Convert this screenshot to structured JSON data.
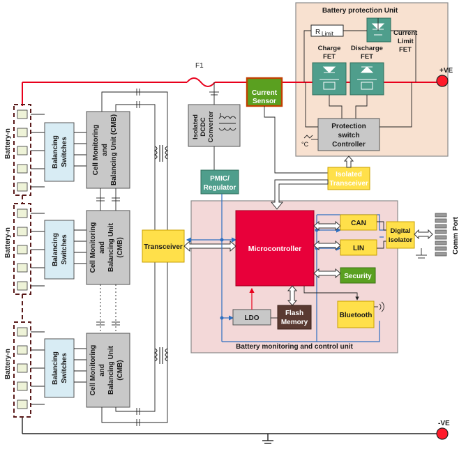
{
  "title": "",
  "batteries": [
    {
      "label": "Battery-n"
    },
    {
      "label": "Battery-n"
    },
    {
      "label": "Battery-n"
    }
  ],
  "balancing": {
    "line1": "Balancing",
    "line2": "Switches"
  },
  "cmb": [
    {
      "line1": "Cell Monitoring",
      "line2": "and",
      "line3": "Balancing Unit (CMB)"
    },
    {
      "line1": "Cell Monitoring",
      "line2": "and",
      "line3": "Balancing Unit",
      "line4": "(CMB)"
    },
    {
      "line1": "Cell Monitoring",
      "line2": "and",
      "line3": "Balancing Unit",
      "line4": "(CMB)"
    }
  ],
  "fuse": "F1",
  "current_sensor": {
    "line1": "Current",
    "line2": "Sensor"
  },
  "dcdc": {
    "line1": "Isolated",
    "line2": "DCDC",
    "line3": "Converter"
  },
  "pmic": {
    "line1": "PMIC/",
    "line2": "Regulator"
  },
  "transceiver": "Transceiver",
  "isolated_transceiver": {
    "line1": "Isolated",
    "line2": "Transceiver"
  },
  "protection_unit": {
    "title": "Battery protection Unit",
    "r_limit": {
      "main": "R",
      "sub": "Limit"
    },
    "current_limit": {
      "line1": "Current",
      "line2": "Limit",
      "line3": "FET"
    },
    "charge_fet": {
      "line1": "Charge",
      "line2": "FET"
    },
    "discharge_fet": {
      "line1": "Discharge",
      "line2": "FET"
    },
    "controller": {
      "line1": "Protection",
      "line2": "switch",
      "line3": "Controller"
    },
    "temp": "°C"
  },
  "control_unit": {
    "title": "Battery monitoring and control unit",
    "mcu": "Microcontroller",
    "can": "CAN",
    "lin": "LIN",
    "digital_isolator": {
      "line1": "Digital",
      "line2": "Isolator"
    },
    "security": "Security",
    "bluetooth": "Bluetooth",
    "ldo": "LDO",
    "flash": {
      "line1": "Flash",
      "line2": "Memory"
    }
  },
  "comm_port": "Comm Port",
  "terminals": {
    "positive": "+VE",
    "negative": "-VE"
  },
  "colors": {
    "rail": "#e8001c",
    "mcu": "#e8003a",
    "yellow": "#ffe04a",
    "teal": "#4f9e8c",
    "green": "#5aa020",
    "flash": "#5a3a32",
    "gray": "#c8c8c8",
    "lightblue": "#d8ecf4",
    "protection_bg": "#f8e1d0",
    "control_bg": "#f3d8d8",
    "wire_blue": "#2e6fc0"
  }
}
